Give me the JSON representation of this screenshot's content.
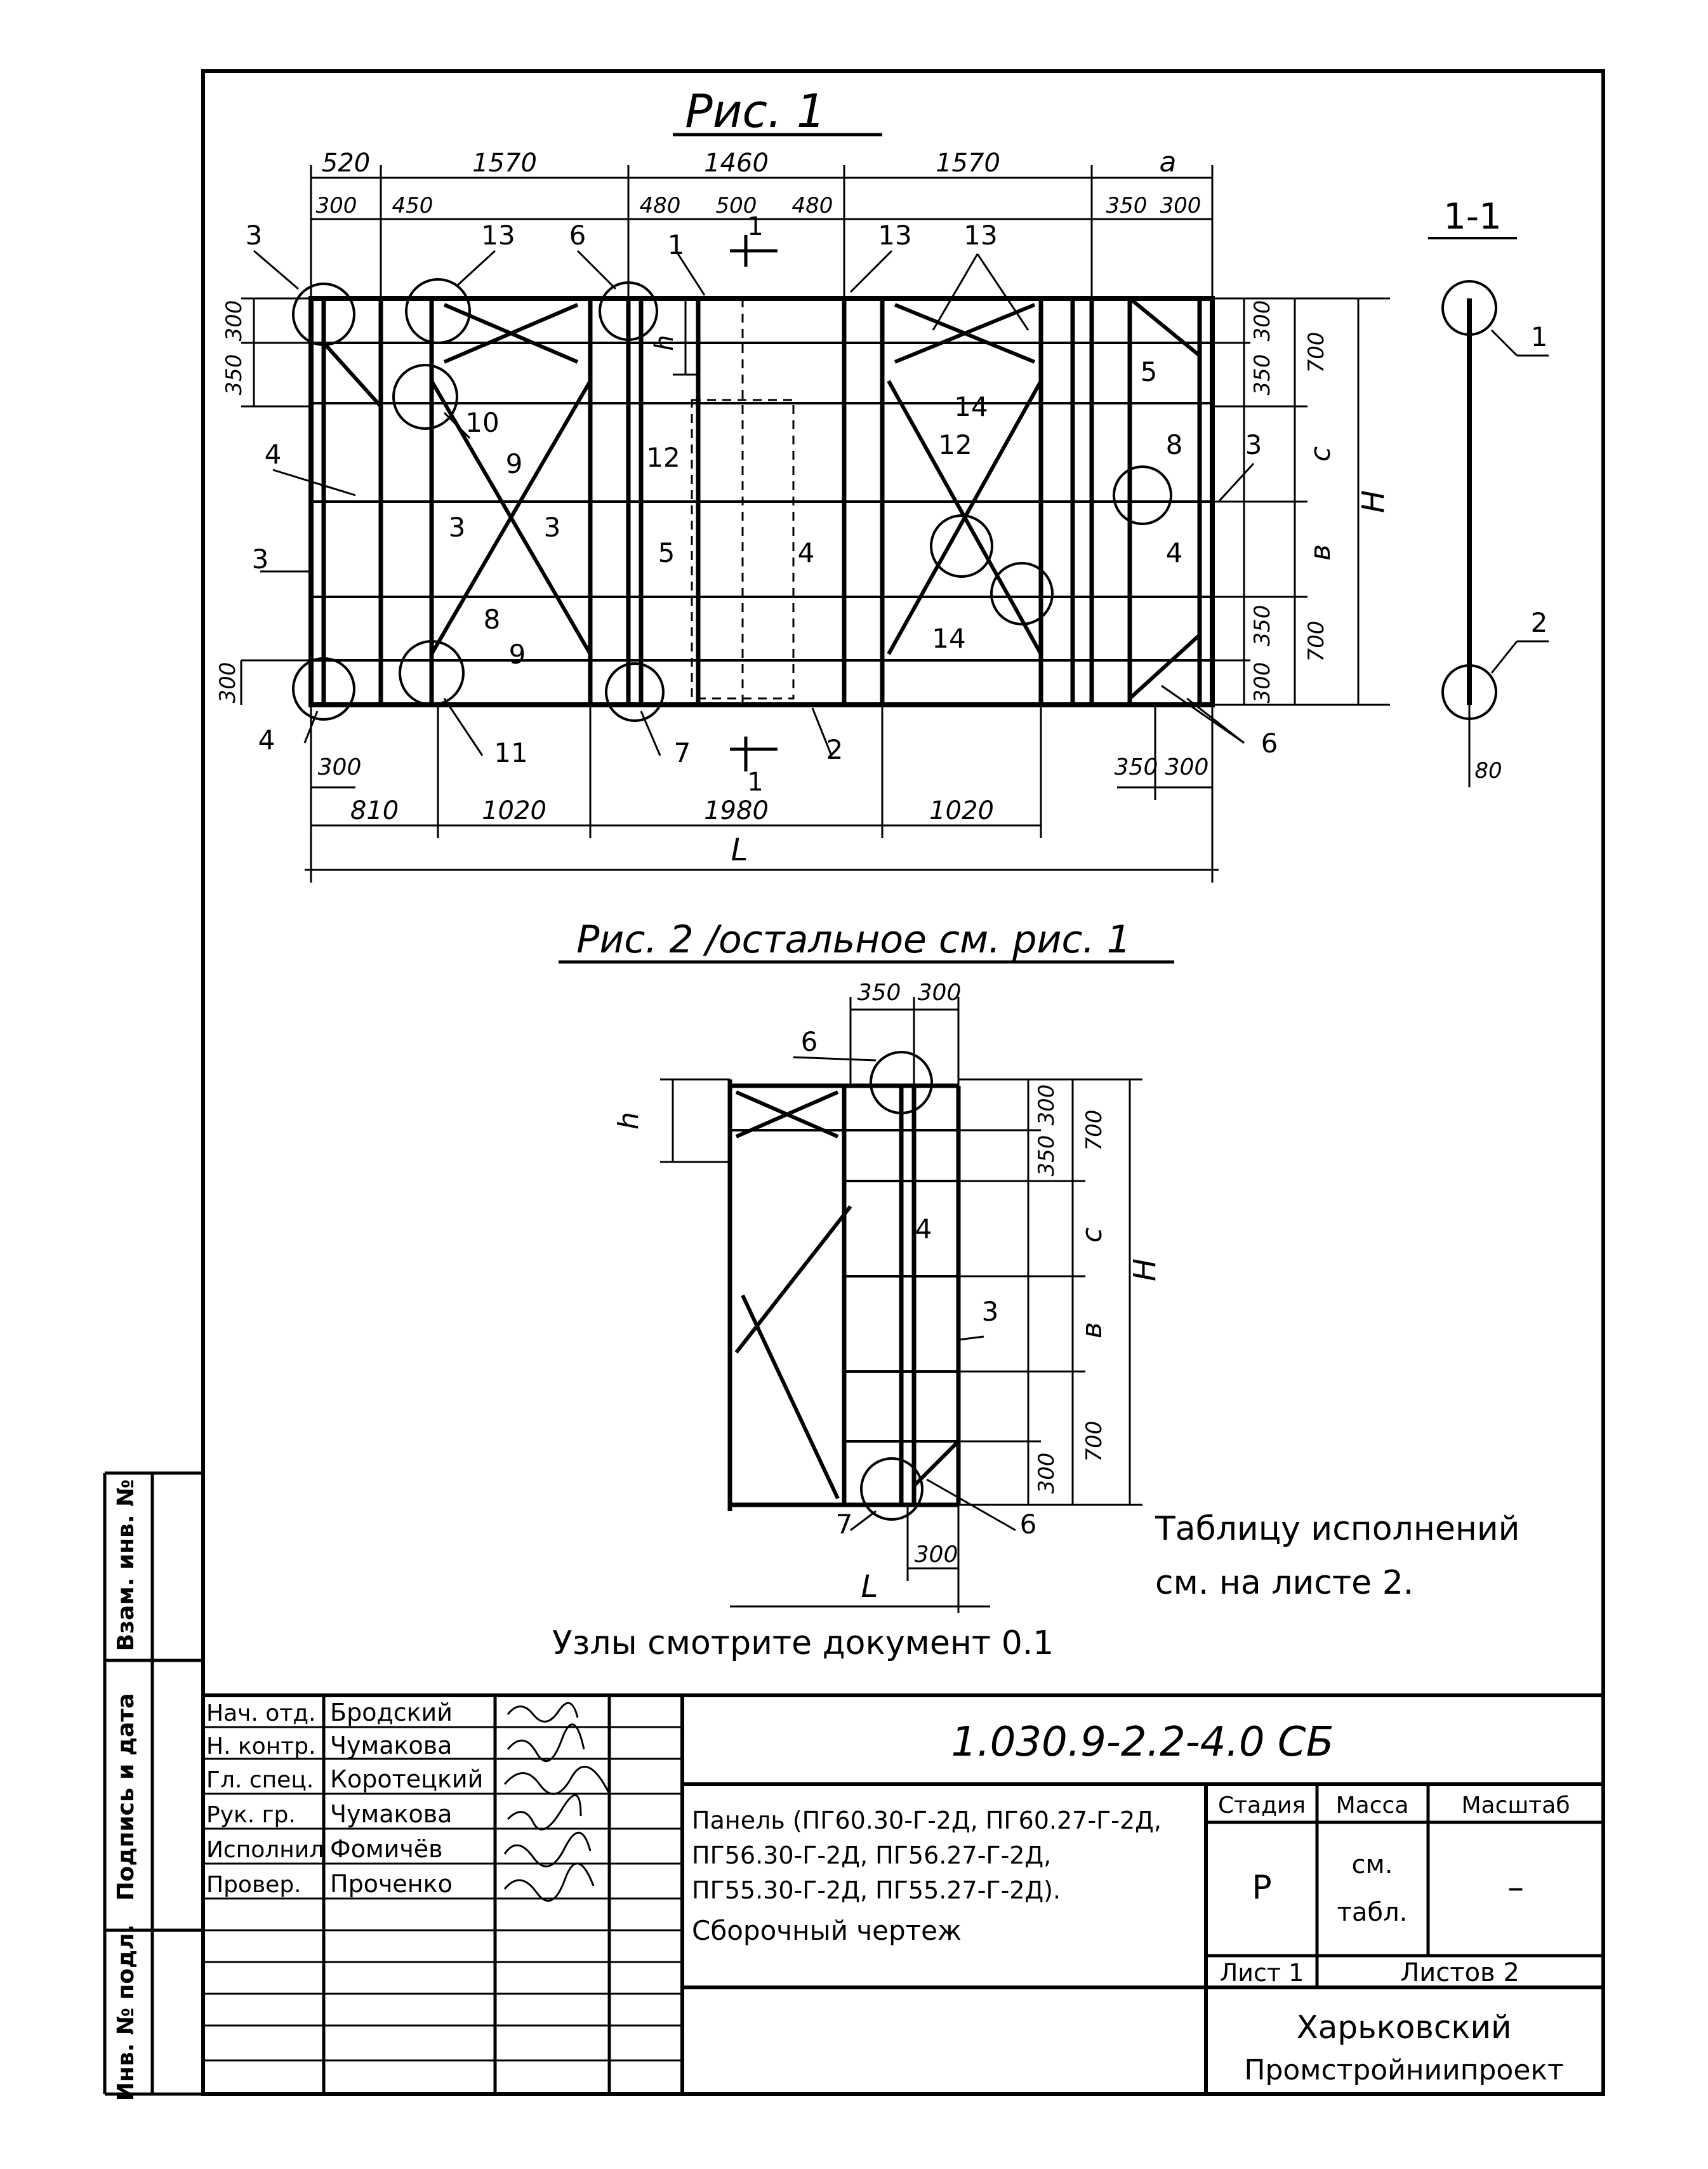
{
  "fig1": {
    "title": "Рис. 1",
    "top_dims": [
      "520",
      "1570",
      "1460",
      "1570",
      "a"
    ],
    "top_sub_dims": [
      "300",
      "450",
      "480",
      "500",
      "480",
      "350",
      "300"
    ],
    "bottom_dims": [
      "810",
      "1020",
      "1980",
      "1020"
    ],
    "length_label": "L",
    "left_dims": [
      "300",
      "350",
      "300"
    ],
    "right_dims": [
      "300",
      "350",
      "700",
      "c",
      "в",
      "350",
      "700",
      "300",
      "H"
    ],
    "h_label": "h",
    "bottom_small_dims": [
      "300",
      "350",
      "300"
    ],
    "section_mark": "1",
    "callouts": [
      "3",
      "13",
      "6",
      "1",
      "13",
      "13",
      "10",
      "9",
      "4",
      "3",
      "3",
      "3",
      "12",
      "5",
      "4",
      "12",
      "14",
      "5",
      "8",
      "3",
      "4",
      "8",
      "9",
      "14",
      "4",
      "11",
      "7",
      "2",
      "6",
      "1"
    ]
  },
  "section": {
    "title": "1-1",
    "callouts": [
      "1",
      "2"
    ],
    "dim": "80"
  },
  "fig2": {
    "title": "Рис. 2 /остальное см. рис. 1",
    "top_dims": [
      "350",
      "300"
    ],
    "h_label": "h",
    "right_dims": [
      "300",
      "350",
      "700",
      "c",
      "в",
      "300",
      "700",
      "H"
    ],
    "callouts": [
      "6",
      "4",
      "3",
      "7",
      "6"
    ],
    "bottom_dim": "300",
    "length_label": "L"
  },
  "notes": {
    "table_ref_line1": "Таблицу исполнений",
    "table_ref_line2": "см. на листе 2.",
    "nodes_ref": "Узлы смотрите документ 0.1"
  },
  "side_stamp": {
    "labels": [
      "Взам. инв. №",
      "Подпись и дата",
      "Инв. № подл."
    ]
  },
  "title_block": {
    "roles": [
      {
        "role": "Нач. отд.",
        "name": "Бродский"
      },
      {
        "role": "Н. контр.",
        "name": "Чумакова"
      },
      {
        "role": "Гл. спец.",
        "name": "Коротецкий"
      },
      {
        "role": "Рук. гр.",
        "name": "Чумакова"
      },
      {
        "role": "Исполнил",
        "name": "Фомичёв"
      },
      {
        "role": "Провер.",
        "name": "Проченко"
      }
    ],
    "doc_code": "1.030.9-2.2-4.0 СБ",
    "description_lines": [
      "Панель (ПГ60.30-Г-2Д, ПГ60.27-Г-2Д,",
      "ПГ56.30-Г-2Д, ПГ56.27-Г-2Д,",
      "ПГ55.30-Г-2Д, ПГ55.27-Г-2Д).",
      "Сборочный чертеж"
    ],
    "stage_header": "Стадия",
    "mass_header": "Масса",
    "scale_header": "Масштаб",
    "stage_value": "Р",
    "mass_value_line1": "см.",
    "mass_value_line2": "табл.",
    "scale_value": "–",
    "sheet_label": "Лист 1",
    "sheets_label": "Листов 2",
    "org_line1": "Харьковский",
    "org_line2": "Промстройниипроект"
  }
}
